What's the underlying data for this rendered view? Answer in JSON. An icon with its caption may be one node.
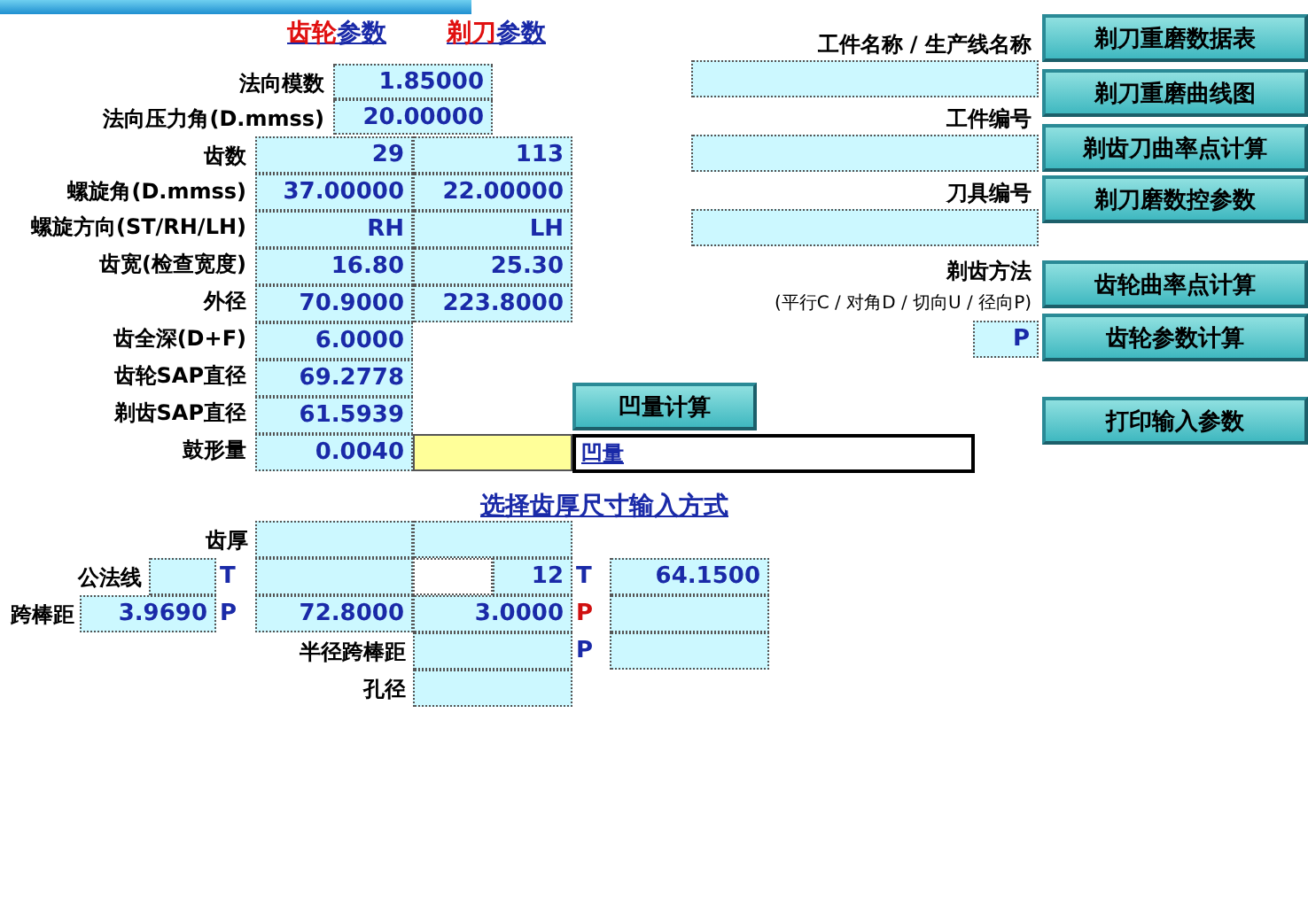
{
  "diagram": {
    "labels": [
      "齿轮参数",
      "剃刀参数",
      "工件名称 / 生产线名称",
      "剃刀重磨数据表",
      "法向模数",
      "1.85000",
      "剃刀重磨曲线图",
      "法向压力角(D.mmss)",
      "20.00000",
      "工件编号",
      "齿数",
      "29",
      "113",
      "剃齿刀曲率点计算",
      "螺旋角(D.mmss)",
      "37.00000",
      "22.00000",
      "刀具编号",
      "剃刀磨数控参数",
      "螺旋方向(ST/RH/LH)",
      "RH",
      "LH",
      "齿宽(检查宽度)",
      "16.80",
      "25.30",
      "剃齿方法",
      "齿轮曲率点计算",
      "外径",
      "70.9000",
      "223.8000",
      "(平行C / 对角D / 切向U / 径向P)",
      "齿全深(D+F)",
      "6.0000",
      "P",
      "齿轮参数计算",
      "齿轮SAP直径",
      "69.2778",
      "剃齿SAP直径",
      "61.5939",
      "凹量计算",
      "打印输入参数",
      "鼓形量",
      "0.0040",
      "凹量",
      "选择齿厚尺寸输入方式",
      "齿厚",
      "公法线",
      "T",
      "12",
      "T",
      "64.1500",
      "跨棒距",
      "3.9690",
      "P",
      "72.8000",
      "3.0000",
      "P",
      "半径跨棒距",
      "P",
      "孔径"
    ]
  }
}
